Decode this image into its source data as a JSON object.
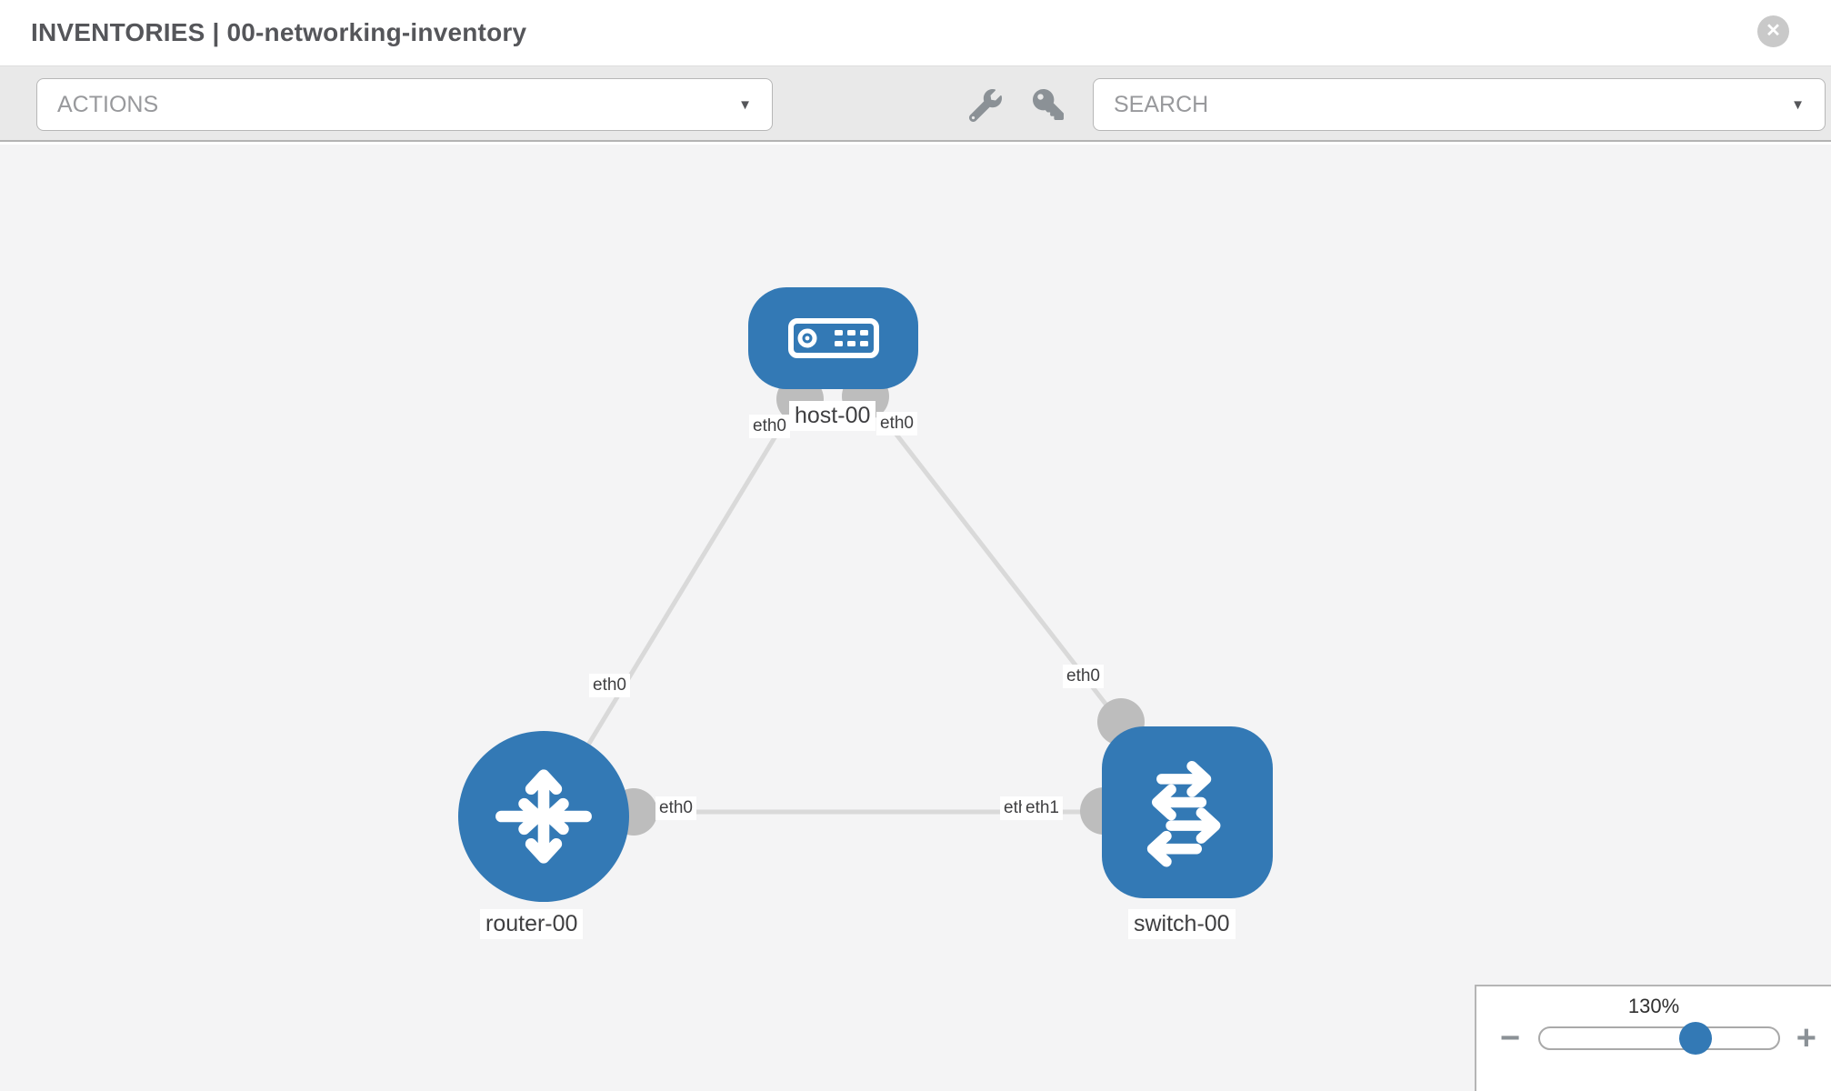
{
  "header": {
    "title": "INVENTORIES | 00-networking-inventory",
    "close_icon": "✕"
  },
  "toolbar": {
    "actions_dropdown": {
      "value": "ACTIONS",
      "chevron": "▼"
    },
    "search_dropdown": {
      "value": "SEARCH",
      "chevron": "▼"
    },
    "icon_buttons": [
      "wrench-icon",
      "key-icon"
    ]
  },
  "topology": {
    "nodes": [
      {
        "id": "host-00",
        "label": "host-00",
        "type": "host",
        "shape": "rounded-rect",
        "icon": "server-icon"
      },
      {
        "id": "router-00",
        "label": "router-00",
        "type": "router",
        "shape": "circle",
        "icon": "router-icon"
      },
      {
        "id": "switch-00",
        "label": "switch-00",
        "type": "switch",
        "shape": "rounded-square",
        "icon": "switch-icon"
      }
    ],
    "links": [
      {
        "from": "host-00",
        "from_interface": "eth0",
        "to": "router-00",
        "to_interface": "eth0"
      },
      {
        "from": "host-00",
        "from_interface": "eth0",
        "to": "switch-00",
        "to_interface": "eth0"
      },
      {
        "from": "router-00",
        "from_interface": "eth0",
        "to": "switch-00",
        "to_interface": "eth1",
        "overlapped_interface_label": "eth0"
      }
    ],
    "interface_labels": {
      "host_to_router_at_host": "eth0",
      "host_to_router_at_router": "eth0",
      "host_to_switch_at_host": "eth0",
      "host_to_switch_at_switch": "eth0",
      "router_to_switch_at_router": "eth0",
      "router_to_switch_at_switch_back": "eth0",
      "router_to_switch_at_switch_front": "eth1"
    }
  },
  "zoom_control": {
    "level": "130%",
    "minus_icon": "−",
    "plus_icon": "+"
  },
  "colors": {
    "node_blue": "#3379b5",
    "link_gray": "#d9d9d9",
    "port_gray": "#bdbdbd",
    "toolbar_bg": "#e9e9e9",
    "canvas_bg": "#f4f4f5",
    "icon_gray": "#8b9196"
  }
}
